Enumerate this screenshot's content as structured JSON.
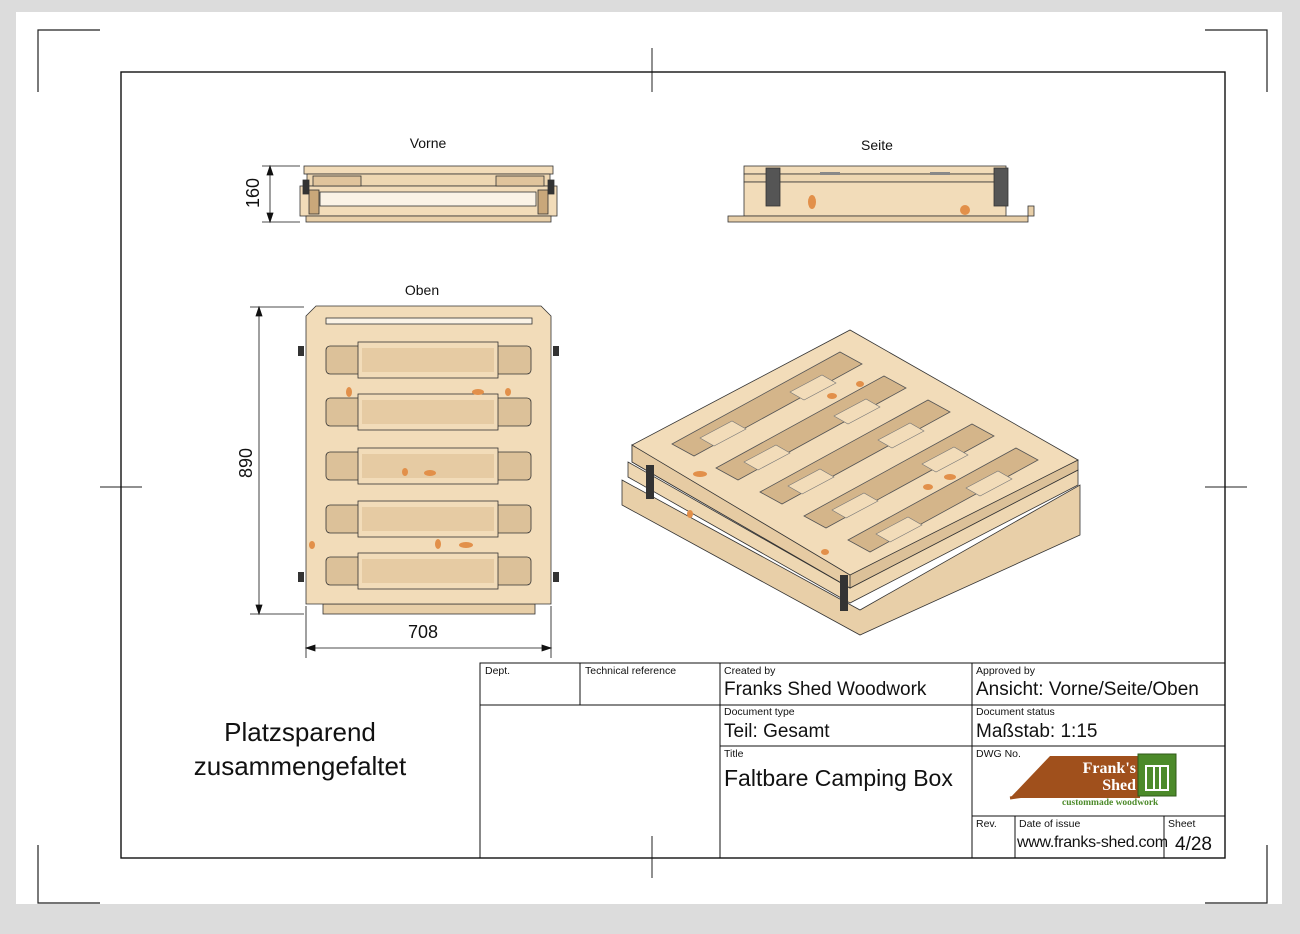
{
  "views": {
    "front_label": "Vorne",
    "side_label": "Seite",
    "top_label": "Oben"
  },
  "dimensions": {
    "height": "160",
    "depth": "890",
    "width": "708"
  },
  "note": {
    "line1": "Platzsparend",
    "line2": "zusammengefaltet"
  },
  "title_block": {
    "dept_label": "Dept.",
    "tech_ref_label": "Technical reference",
    "created_by_label": "Created by",
    "created_by": "Franks Shed Woodwork",
    "approved_by_label": "Approved by",
    "approved_by": "Ansicht: Vorne/Seite/Oben",
    "doc_type_label": "Document type",
    "doc_type": "Teil: Gesamt",
    "doc_status_label": "Document status",
    "doc_status": "Maßstab: 1:15",
    "title_label": "Title",
    "title": "Faltbare Camping Box",
    "dwg_label": "DWG No.",
    "rev_label": "Rev.",
    "date_label": "Date of issue",
    "date": "www.franks-shed.com",
    "sheet_label": "Sheet",
    "sheet": "4/28"
  },
  "logo": {
    "line1": "Frank's",
    "line2": "Shed",
    "tagline": "custommade woodwork"
  },
  "colors": {
    "wood": "#f2dcb9",
    "wood_dark": "#dcc199",
    "logo_brown": "#a0501c",
    "logo_green": "#4c8a2a"
  }
}
